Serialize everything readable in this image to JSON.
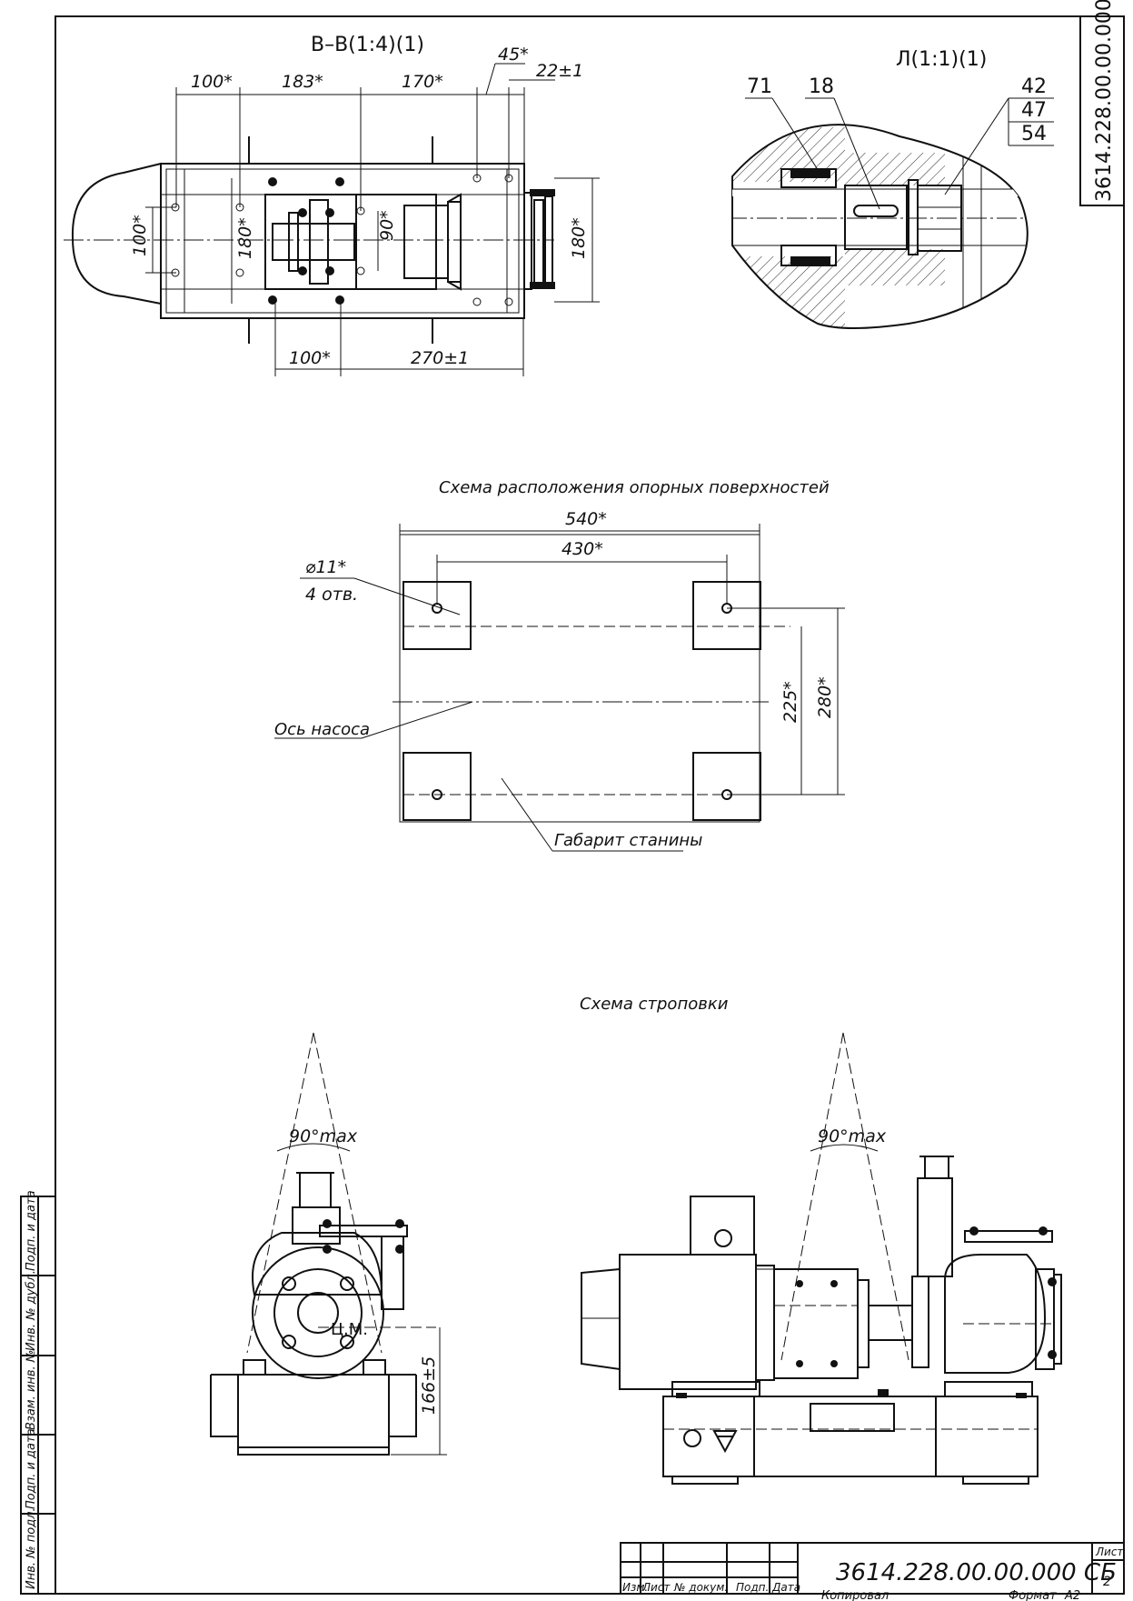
{
  "drawing": {
    "designation": "3614.228.00.00.000 СБ",
    "company": "Копировал",
    "format_label": "Формат",
    "format_value": "А2",
    "sheet_label": "Лист",
    "sheet_number": "2"
  },
  "title_block": {
    "cols": [
      "Изм.",
      "Лист",
      "№ докум.",
      "Подп.",
      "Дата"
    ]
  },
  "left_strip": [
    "Подп. и дата",
    "Инв. № дубл.",
    "Взам. инв. №",
    "Подп. и дата",
    "Инв. № подл."
  ],
  "section_view": {
    "title": "В–В(1:4)(1)",
    "dims_top": [
      "100*",
      "183*",
      "170*",
      "45*",
      "22±1"
    ],
    "dims_left": [
      "100*",
      "180*"
    ],
    "dim_inner": "90*",
    "dim_right": "180*",
    "dims_bottom": [
      "100*",
      "270±1"
    ]
  },
  "detail_view": {
    "title": "Л(1:1)(1)",
    "callouts": [
      "71",
      "18",
      "42",
      "47",
      "54"
    ]
  },
  "support_scheme": {
    "title": "Схема расположения опорных поверхностей",
    "dim_overall": "540*",
    "dim_holes": "430*",
    "hole_dia": "⌀11*",
    "hole_count": "4 отв.",
    "dim_v_inner": "225*",
    "dim_v_outer": "280*",
    "axis_label": "Ось насоса",
    "frame_label": "Габарит станины"
  },
  "sling_scheme": {
    "title": "Схема строповки",
    "angle": "90°max",
    "cg_label": "Ц.М.",
    "height_dim": "166±5"
  }
}
